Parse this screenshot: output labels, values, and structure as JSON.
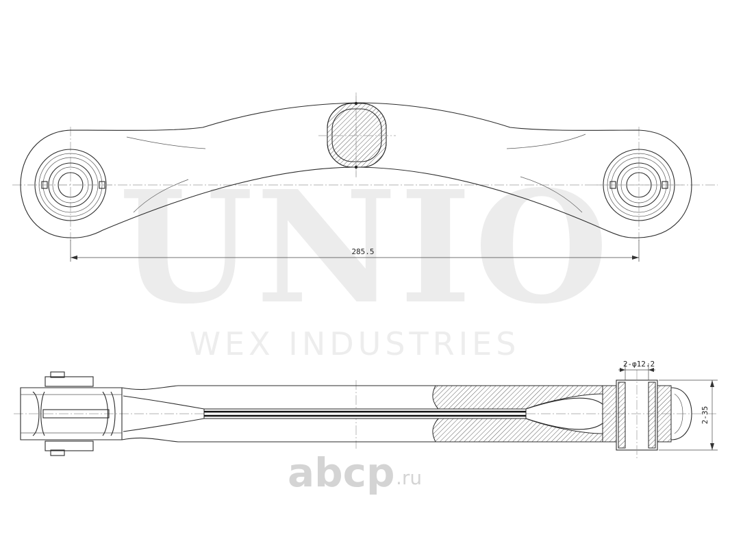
{
  "watermark": {
    "brand": "UNIO",
    "company": "WEX INDUSTRIES",
    "logo": "abcp",
    "logo_domain": ".ru"
  },
  "dimensions": {
    "length": "285.5",
    "bolt_hole": "2-φ12.2",
    "bushing_width": "2-35"
  }
}
